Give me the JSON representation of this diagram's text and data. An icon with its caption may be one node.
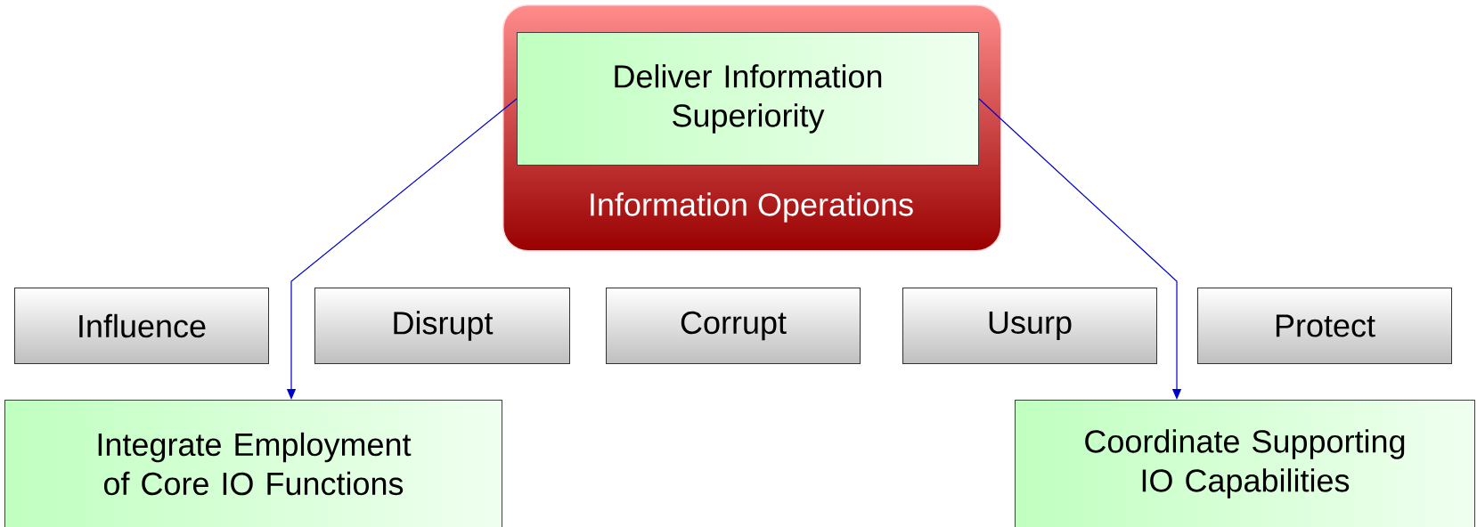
{
  "diagram": {
    "nodes": [
      {
        "text": [
          "Information Operations"
        ]
      },
      {
        "text": [
          "Deliver Information Superiority"
        ],
        "in": 0
      },
      {
        "text": [
          "Influence"
        ]
      },
      {
        "text": [
          "Disrupt"
        ]
      },
      {
        "text": [
          "Corrupt"
        ]
      },
      {
        "text": [
          "Usurp"
        ]
      },
      {
        "text": [
          "Protect"
        ]
      },
      {
        "text": [
          "Integrate Employment of Core IO Functions"
        ]
      },
      {
        "text": [
          "Coordinate Supporting IO Capabilities"
        ]
      }
    ],
    "edges": [
      {
        "from": 1,
        "to": 7,
        "arrow": "to"
      },
      {
        "from": 1,
        "to": 8,
        "arrow": "to"
      }
    ]
  }
}
